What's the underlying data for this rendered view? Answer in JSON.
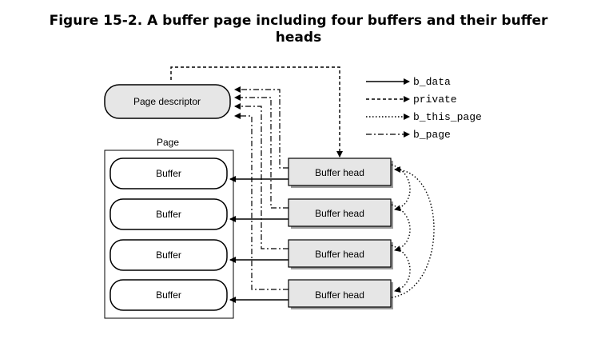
{
  "figure": {
    "title_line1": "Figure 15-2. A buffer page including four buffers and their buffer",
    "title_line2": "heads"
  },
  "page_descriptor": {
    "label": "Page descriptor"
  },
  "page": {
    "label": "Page",
    "buffers": [
      {
        "label": "Buffer"
      },
      {
        "label": "Buffer"
      },
      {
        "label": "Buffer"
      },
      {
        "label": "Buffer"
      }
    ]
  },
  "buffer_heads": [
    {
      "label": "Buffer head"
    },
    {
      "label": "Buffer head"
    },
    {
      "label": "Buffer head"
    },
    {
      "label": "Buffer head"
    }
  ],
  "legend": [
    {
      "label": "b_data",
      "style": "solid"
    },
    {
      "label": "private",
      "style": "dashed"
    },
    {
      "label": "b_this_page",
      "style": "dotted"
    },
    {
      "label": "b_page",
      "style": "dash-dot"
    }
  ],
  "colors": {
    "box_fill": "#e6e6e6",
    "buffer_fill": "#ffffff",
    "stroke": "#000000"
  }
}
